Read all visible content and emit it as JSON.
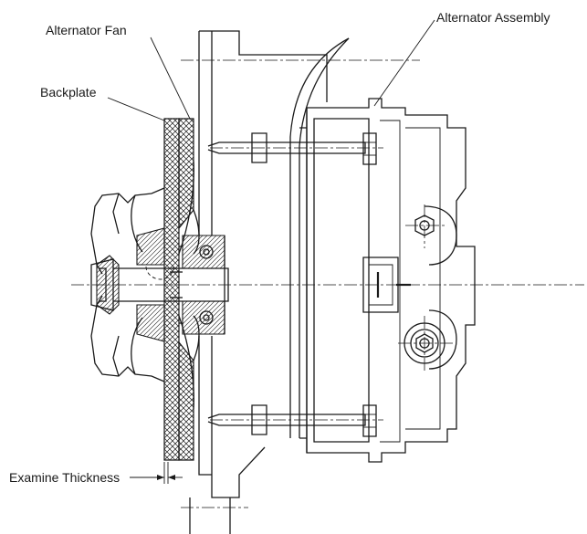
{
  "labels": {
    "alternator_fan": "Alternator Fan",
    "backplate": "Backplate",
    "alternator_assembly": "Alternator Assembly",
    "examine_thickness": "Examine Thickness"
  },
  "colors": {
    "line": "#1a1a1a",
    "background": "#ffffff"
  }
}
